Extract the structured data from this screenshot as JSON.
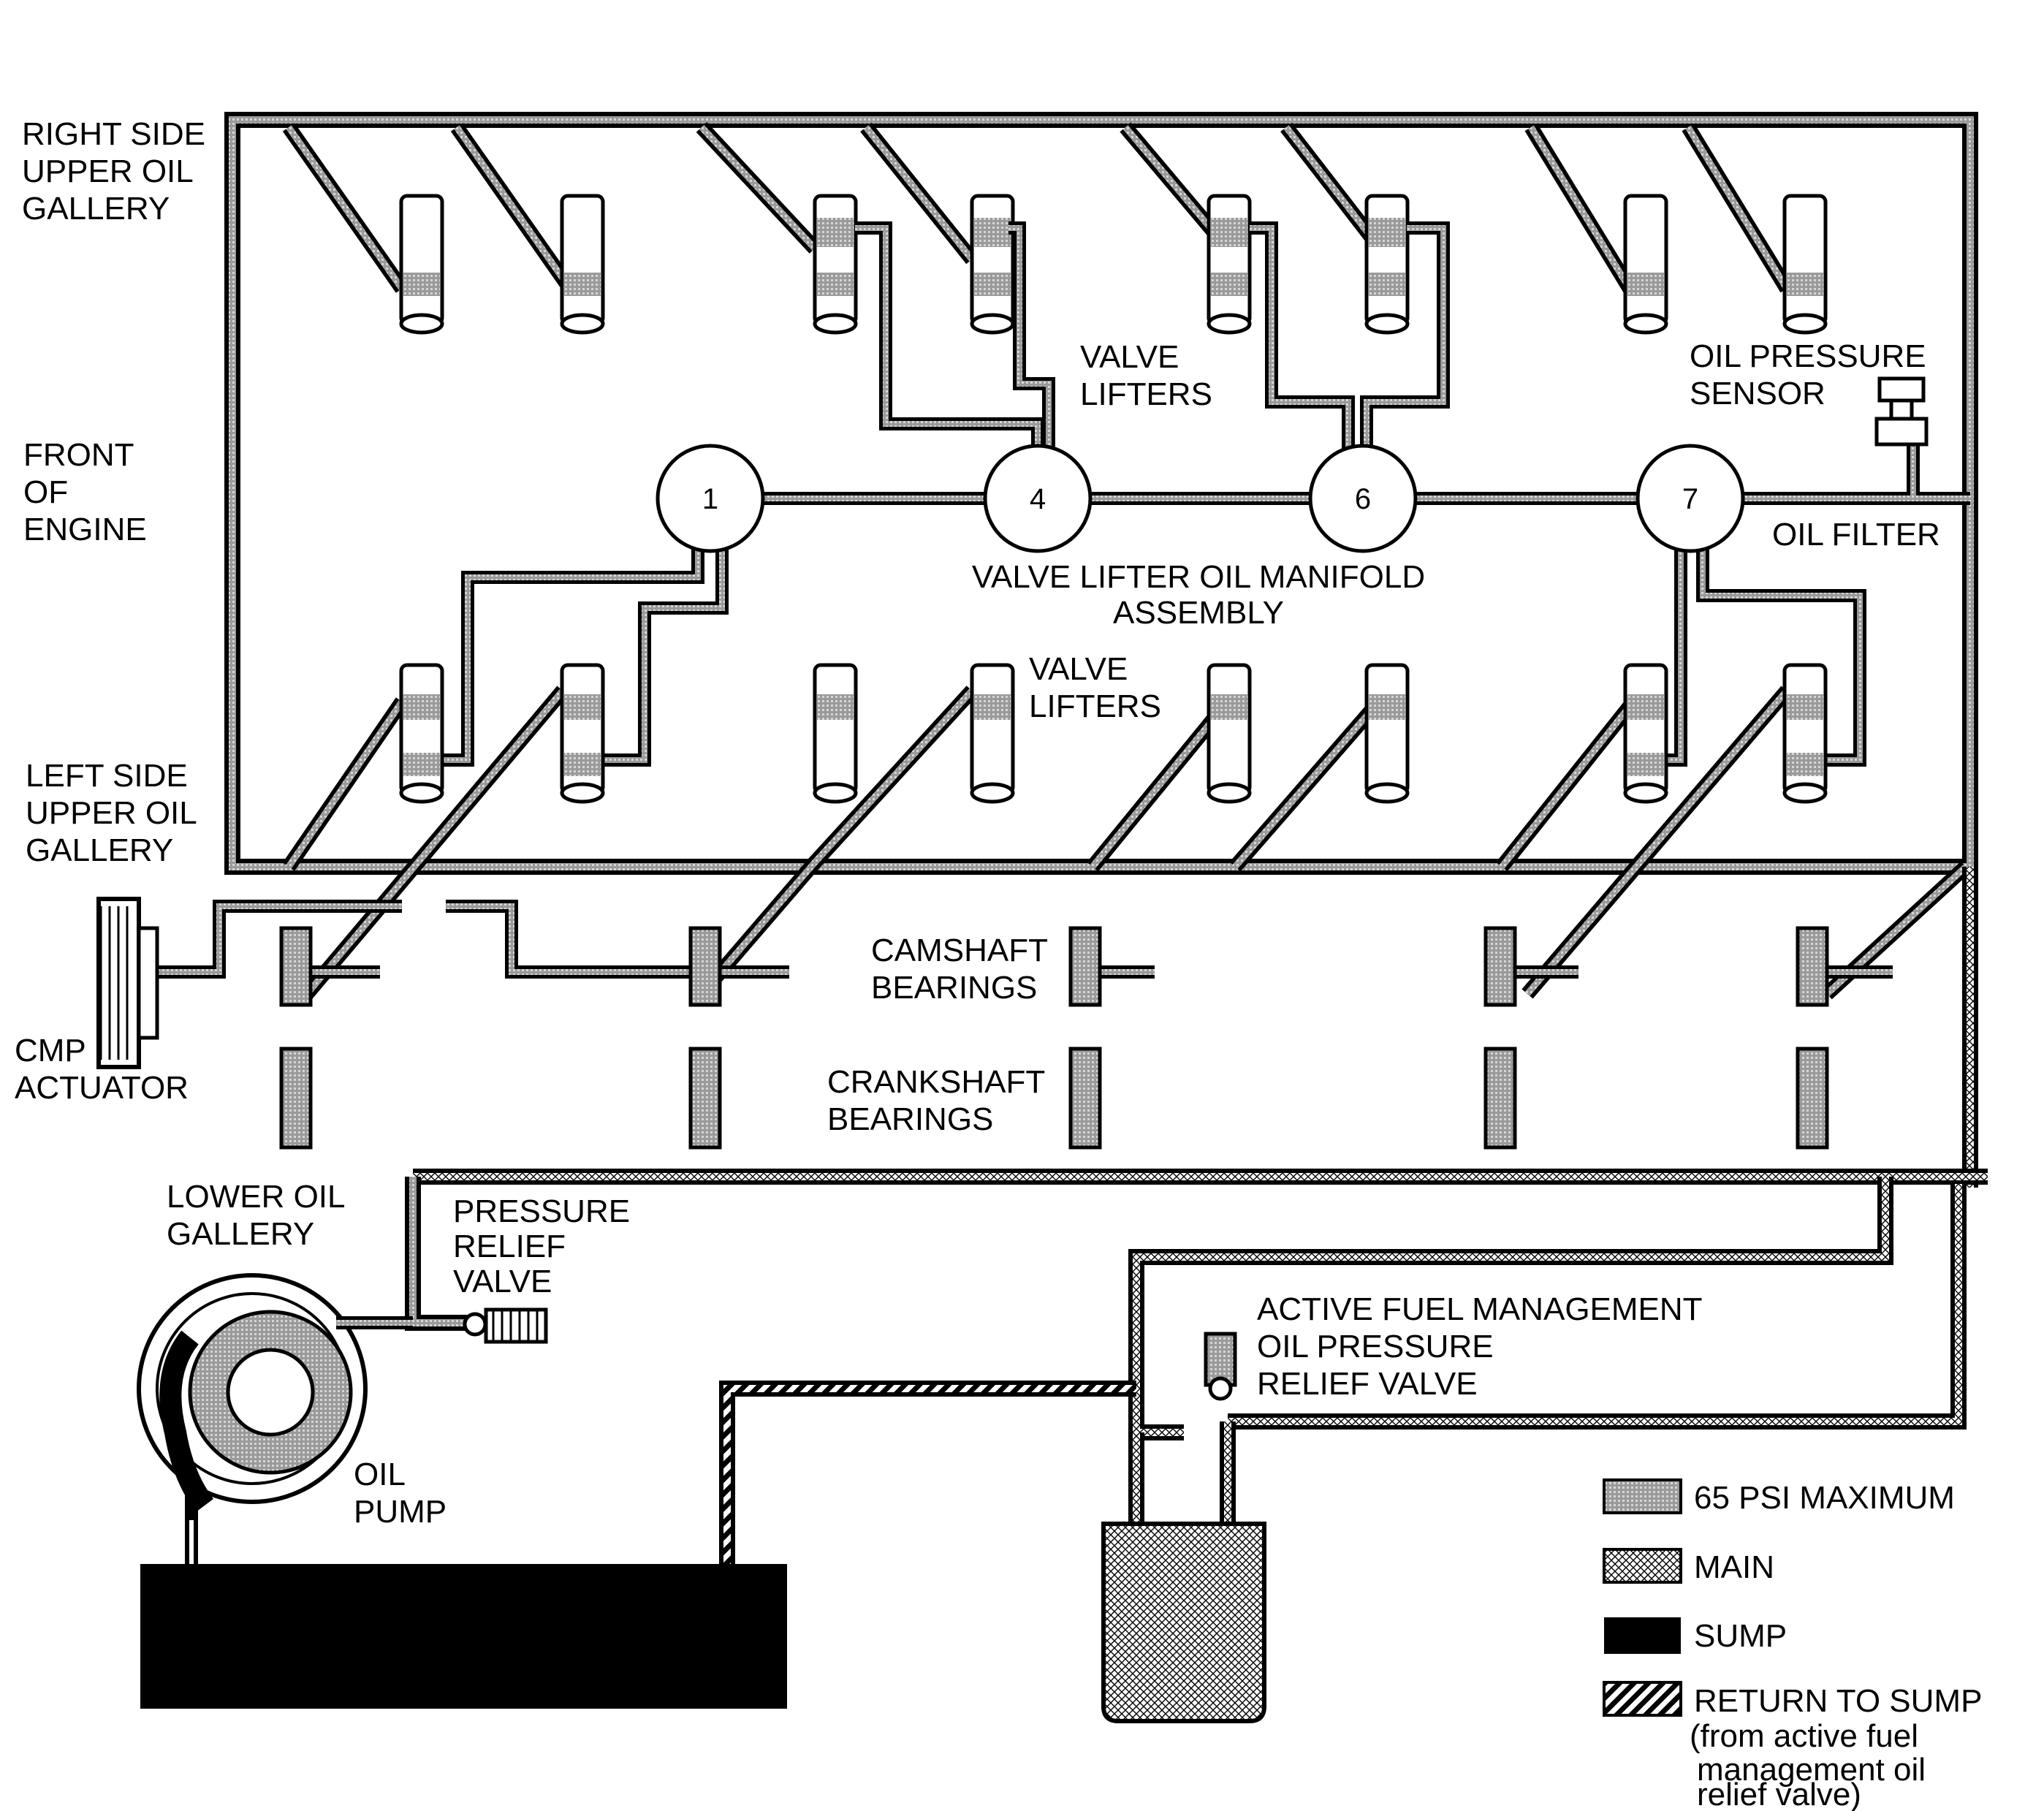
{
  "labels": {
    "right_gallery": [
      "RIGHT SIDE",
      "UPPER OIL",
      "GALLERY"
    ],
    "front_of_engine": [
      "FRONT",
      "OF",
      "ENGINE"
    ],
    "left_gallery": [
      "LEFT SIDE",
      "UPPER OIL",
      "GALLERY"
    ],
    "cmp_actuator": [
      "CMP",
      "ACTUATOR"
    ],
    "lower_gallery": [
      "LOWER OIL",
      "GALLERY"
    ],
    "pressure_relief_valve": [
      "PRESSURE",
      "RELIEF",
      "VALVE"
    ],
    "oil_pump": [
      "OIL",
      "PUMP"
    ],
    "valve_lifters_upper": [
      "VALVE",
      "LIFTERS"
    ],
    "valve_lifters_lower": [
      "VALVE",
      "LIFTERS"
    ],
    "oil_pressure_sensor": [
      "OIL PRESSURE",
      "SENSOR"
    ],
    "oil_filter": "OIL FILTER",
    "manifold": [
      "VALVE LIFTER OIL MANIFOLD",
      "ASSEMBLY"
    ],
    "camshaft_bearings": [
      "CAMSHAFT",
      "BEARINGS"
    ],
    "crankshaft_bearings": [
      "CRANKSHAFT",
      "BEARINGS"
    ],
    "afm_valve": [
      "ACTIVE FUEL MANAGEMENT",
      "OIL PRESSURE",
      "RELIEF VALVE"
    ]
  },
  "solenoids": [
    "1",
    "4",
    "6",
    "7"
  ],
  "legend": [
    {
      "label": "65 PSI MAXIMUM",
      "pattern": "fine"
    },
    {
      "label": "MAIN",
      "pattern": "cross"
    },
    {
      "label": "SUMP",
      "pattern": "solid"
    },
    {
      "label": "RETURN TO SUMP",
      "sub": [
        "(from active fuel",
        "management oil",
        "relief valve)"
      ],
      "pattern": "stripe"
    }
  ]
}
